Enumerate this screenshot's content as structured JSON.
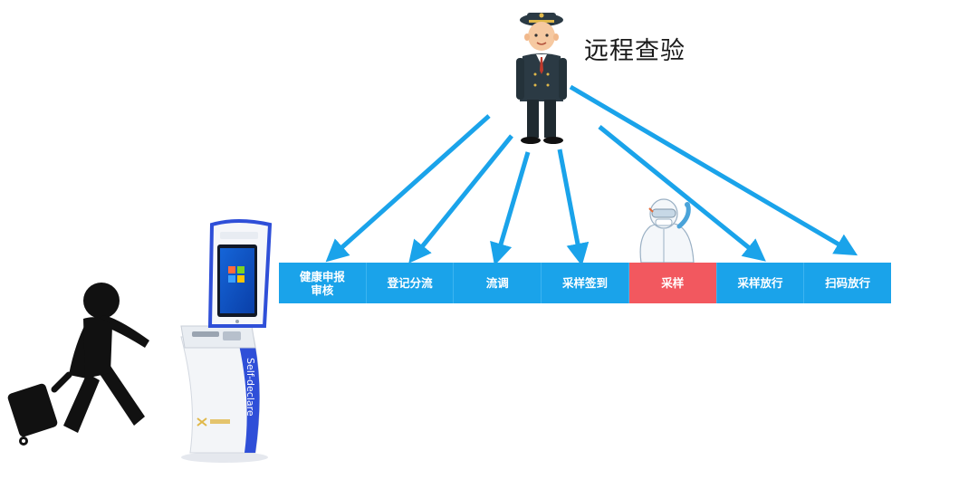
{
  "title": "远程查验",
  "steps": [
    {
      "label": "健康申报\n审核",
      "active": false
    },
    {
      "label": "登记分流",
      "active": false
    },
    {
      "label": "流调",
      "active": false
    },
    {
      "label": "采样签到",
      "active": false
    },
    {
      "label": "采样",
      "active": true
    },
    {
      "label": "采样放行",
      "active": false
    },
    {
      "label": "扫码放行",
      "active": false
    }
  ],
  "kiosk": {
    "side_text": "Self-declare"
  },
  "colors": {
    "bar": "#1aa3ea",
    "active": "#f2585f",
    "arrow": "#1aa3ea",
    "kiosk_accent": "#2f4fd8"
  },
  "icons": [
    "officer-icon",
    "health-worker-icon",
    "traveler-icon",
    "kiosk-icon"
  ]
}
